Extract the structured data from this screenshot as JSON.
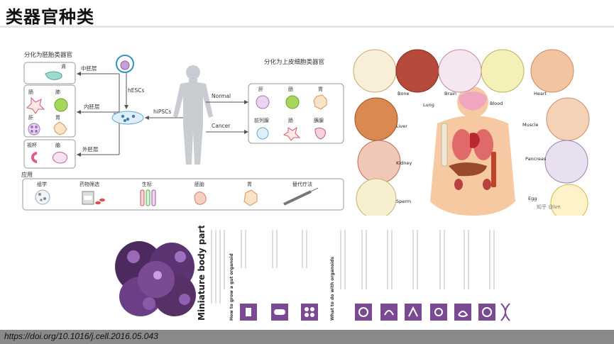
{
  "slide": {
    "title": "类器官种类",
    "footer": "https://doi.org/10.1016/j.cell.2016.05.043"
  },
  "left_figure": {
    "header_endoderm": "分化为胚胎类器官",
    "header_epithelial": "分化为上皮细胞类器官",
    "germ_layers": [
      "中胚层",
      "内胚层",
      "外胚层"
    ],
    "stem_cells": [
      "hESCs",
      "hiPSCs"
    ],
    "conditions": [
      "Normal",
      "Cancer"
    ],
    "embryonic_organs": [
      "肾",
      "肠",
      "肺",
      "肝",
      "胃",
      "视杯",
      "脑"
    ],
    "epithelial_organs": [
      "肝",
      "肠",
      "胃",
      "前列腺",
      "肠",
      "胰腺"
    ],
    "applications_label": "应用",
    "applications": [
      "组学",
      "药物筛选",
      "生标",
      "胚胎",
      "胃",
      "替代疗法"
    ]
  },
  "right_figure": {
    "labels": [
      "Bone",
      "Lung",
      "Brain",
      "Blood",
      "Heart",
      "Liver",
      "Muscle",
      "Kidney",
      "Pancreas",
      "Sperm",
      "Egg"
    ],
    "watermark": "知乎 @lvn"
  },
  "bottom_figure": {
    "heading": "Miniature body parts",
    "section1": "How to grow a gut organoid",
    "section2": "What to do with organoids"
  },
  "colors": {
    "title_rule": "#e2e6ea",
    "footer_bar": "#8a8a8a",
    "organoid_purple": "#6b3f86",
    "icon_purple": "#7a4a93"
  }
}
